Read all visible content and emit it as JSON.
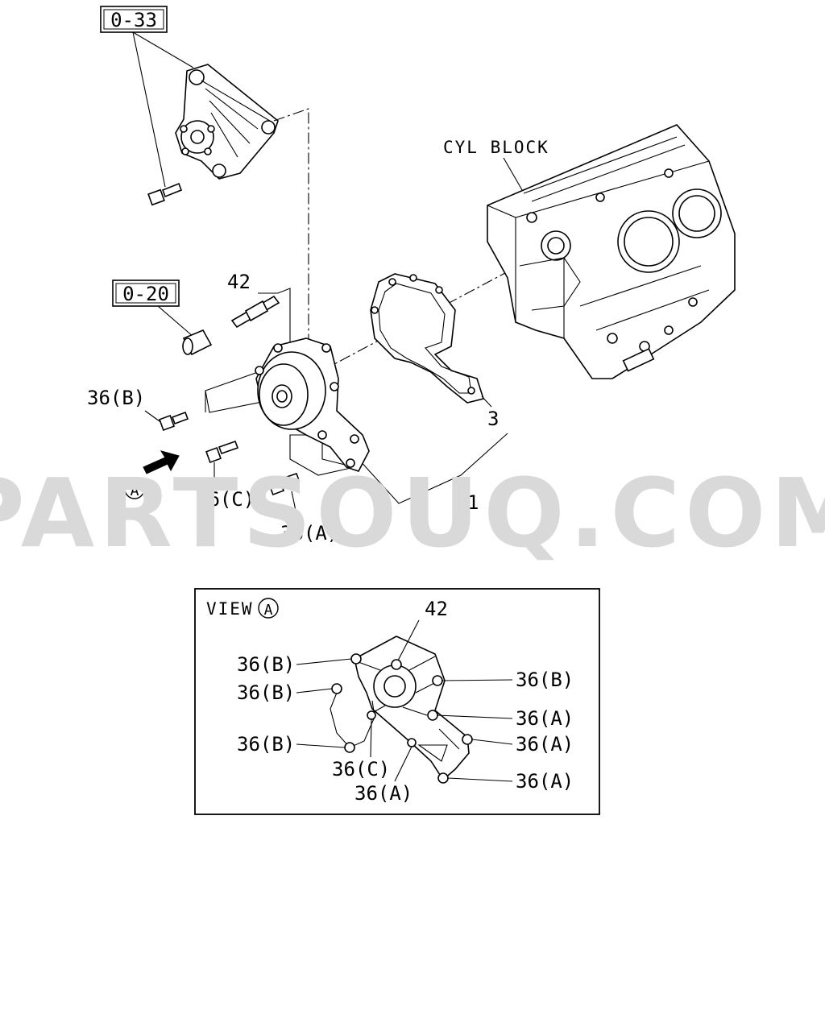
{
  "watermark": "PARTSOUQ.COM",
  "refs": {
    "bracket_ref": "0-33",
    "stud_ref": "0-20"
  },
  "callouts": {
    "cyl_block": "CYL BLOCK",
    "stud": "42",
    "gasket": "3",
    "pump_assembly": "1",
    "bolt_b": "36(B)",
    "bolt_c": "36(C)",
    "bolt_a": "36(A)",
    "view_marker": "A"
  },
  "view_panel": {
    "title": "VIEW",
    "marker": "A",
    "labels": {
      "top": "42",
      "left_1": "36(B)",
      "left_2": "36(B)",
      "left_3": "36(B)",
      "right_1": "36(B)",
      "right_2": "36(A)",
      "right_3": "36(A)",
      "right_4": "36(A)",
      "bottom_c": "36(C)",
      "bottom_a": "36(A)"
    }
  },
  "colors": {
    "line": "#000000",
    "watermark": "#d9d9d9",
    "background": "#ffffff"
  }
}
